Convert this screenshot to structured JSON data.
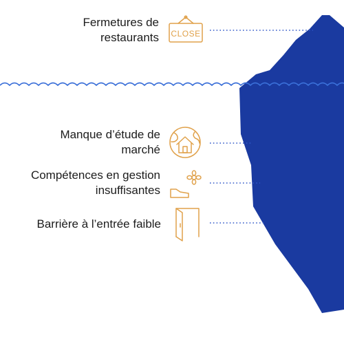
{
  "colors": {
    "iceberg": "#1a3aa0",
    "water_line": "#3a6fd8",
    "icon": "#e0a14a",
    "connector": "#2f57c8",
    "text": "#1c1c1c"
  },
  "items": [
    {
      "lines": [
        "Fermetures de",
        "restaurants"
      ],
      "icon": "close-sign-icon",
      "icon_text": "CLOSE"
    },
    {
      "lines": [
        "Manque d’étude de",
        "marché"
      ],
      "icon": "globe-house-icon"
    },
    {
      "lines": [
        "Compétences en gestion",
        "insuffisantes"
      ],
      "icon": "flower-tray-icon"
    },
    {
      "lines": [
        "Barrière à l’entrée faible"
      ],
      "icon": "open-door-icon"
    }
  ]
}
